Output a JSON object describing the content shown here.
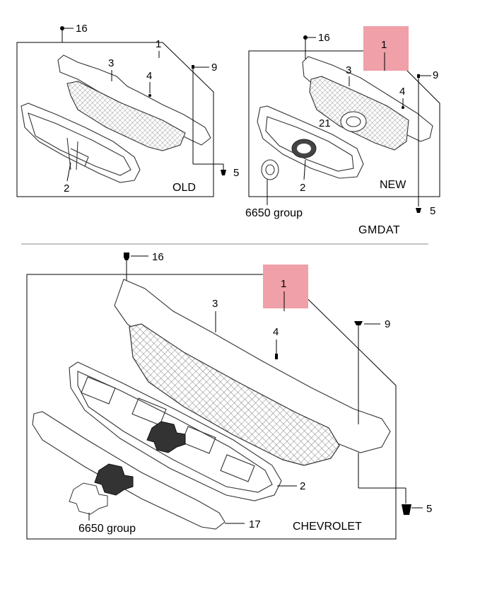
{
  "panel_old": {
    "label": "OLD",
    "callouts": {
      "c16": "16",
      "c1": "1",
      "c3": "3",
      "c4": "4",
      "c9": "9",
      "c2": "2",
      "c5": "5"
    }
  },
  "panel_new": {
    "label": "NEW",
    "callouts": {
      "c16": "16",
      "c1": "1",
      "c3": "3",
      "c4": "4",
      "c9": "9",
      "c21": "21",
      "c2": "2",
      "c5": "5"
    },
    "group_label": "6650 group",
    "highlight_color": "#f0a0a8"
  },
  "gmdat": "GMDAT",
  "panel_chevrolet": {
    "label": "CHEVROLET",
    "callouts": {
      "c16": "16",
      "c1": "1",
      "c3": "3",
      "c4": "4",
      "c9": "9",
      "c2": "2",
      "c5": "5",
      "c17": "17"
    },
    "group_label": "6650 group",
    "highlight_color": "#f0a0a8"
  }
}
